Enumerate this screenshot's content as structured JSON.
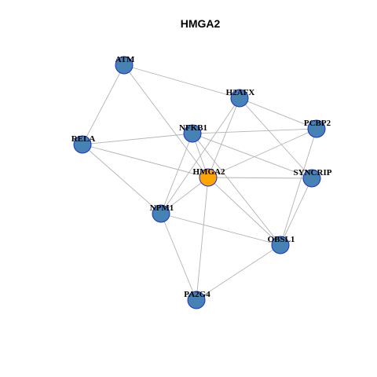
{
  "title": "HMGA2",
  "colors": {
    "default_node_fill": "#4682b4",
    "default_node_stroke": "#1a2fd0",
    "focus_node_fill": "#ffa500",
    "edge": "#b3b3b3"
  },
  "nodes": [
    {
      "id": "ATM",
      "label": "ATM",
      "focus": false
    },
    {
      "id": "H2AFX",
      "label": "H2AFX",
      "focus": false
    },
    {
      "id": "PCBP2",
      "label": "PCBP2",
      "focus": false
    },
    {
      "id": "NFKB1",
      "label": "NFKB1",
      "focus": false
    },
    {
      "id": "RELA",
      "label": "RELA",
      "focus": false
    },
    {
      "id": "HMGA2",
      "label": "HMGA2",
      "focus": true
    },
    {
      "id": "SYNCRIP",
      "label": "SYNCRIP",
      "focus": false
    },
    {
      "id": "NPM1",
      "label": "NPM1",
      "focus": false
    },
    {
      "id": "OBSL1",
      "label": "OBSL1",
      "focus": false
    },
    {
      "id": "PA2G4",
      "label": "PA2G4",
      "focus": false
    }
  ],
  "edges": [
    [
      "ATM",
      "H2AFX"
    ],
    [
      "ATM",
      "RELA"
    ],
    [
      "ATM",
      "HMGA2"
    ],
    [
      "H2AFX",
      "HMGA2"
    ],
    [
      "H2AFX",
      "NPM1"
    ],
    [
      "H2AFX",
      "PCBP2"
    ],
    [
      "H2AFX",
      "SYNCRIP"
    ],
    [
      "RELA",
      "NFKB1"
    ],
    [
      "RELA",
      "HMGA2"
    ],
    [
      "RELA",
      "NPM1"
    ],
    [
      "NFKB1",
      "PCBP2"
    ],
    [
      "NFKB1",
      "HMGA2"
    ],
    [
      "NFKB1",
      "NPM1"
    ],
    [
      "NFKB1",
      "SYNCRIP"
    ],
    [
      "NFKB1",
      "OBSL1"
    ],
    [
      "HMGA2",
      "PCBP2"
    ],
    [
      "HMGA2",
      "SYNCRIP"
    ],
    [
      "HMGA2",
      "NPM1"
    ],
    [
      "HMGA2",
      "OBSL1"
    ],
    [
      "HMGA2",
      "PA2G4"
    ],
    [
      "PCBP2",
      "OBSL1"
    ],
    [
      "SYNCRIP",
      "OBSL1"
    ],
    [
      "NPM1",
      "OBSL1"
    ],
    [
      "NPM1",
      "PA2G4"
    ],
    [
      "OBSL1",
      "PA2G4"
    ]
  ]
}
